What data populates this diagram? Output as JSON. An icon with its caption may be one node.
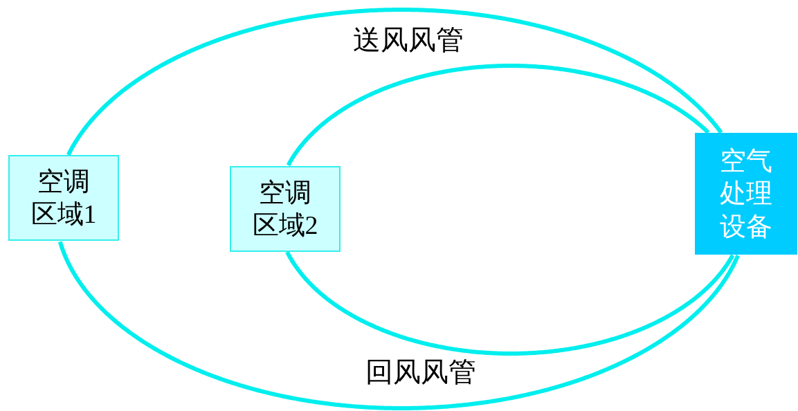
{
  "diagram": {
    "nodes": [
      {
        "text": [
          "空调区域1"
        ]
      },
      {
        "text": [
          "空调区域2"
        ]
      },
      {
        "text": [
          "空气处理设备"
        ]
      }
    ],
    "edges": [
      {
        "from": 2,
        "to": 0,
        "arrow": "none"
      },
      {
        "from": 0,
        "to": 2,
        "arrow": "none"
      },
      {
        "from": 2,
        "to": 1,
        "arrow": "none"
      },
      {
        "from": 1,
        "to": 2,
        "arrow": "none"
      }
    ],
    "labels": [
      "送风风管",
      "回风风管"
    ]
  }
}
